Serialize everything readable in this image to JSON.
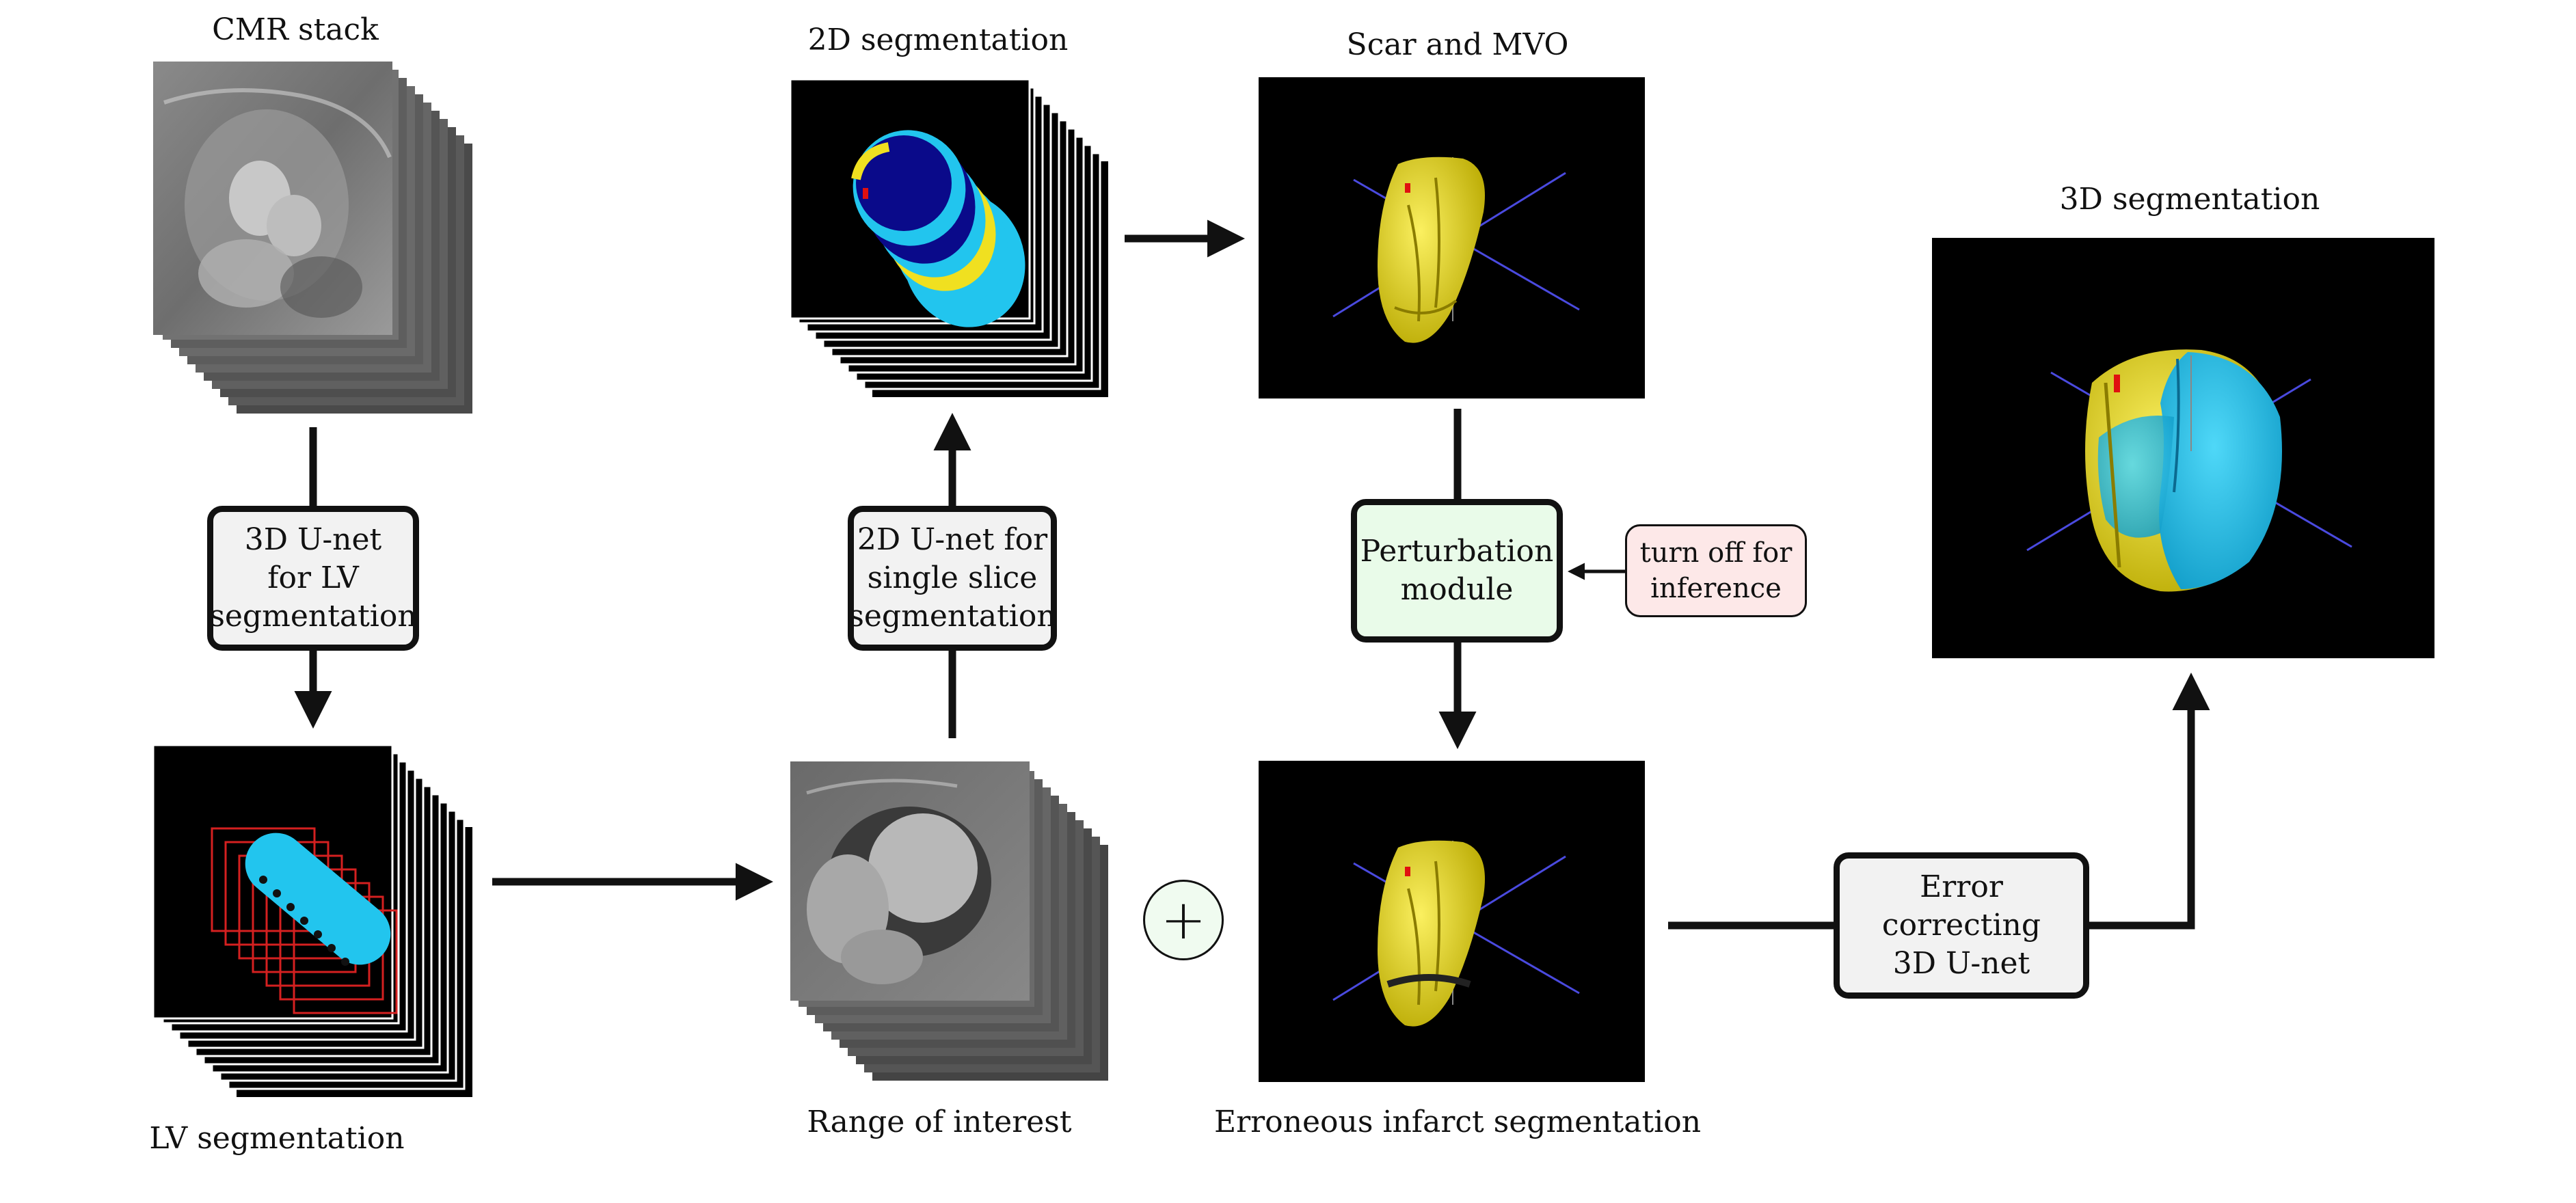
{
  "labels": {
    "cmr_stack": "CMR stack",
    "seg_2d": "2D segmentation",
    "scar_mvo": "Scar and MVO",
    "seg_3d": "3D segmentation",
    "lv_seg": "LV segmentation",
    "range_of_interest": "Range of interest",
    "erroneous": "Erroneous infarct segmentation"
  },
  "boxes": {
    "unet3d_lv": "3D U-net\nfor LV\nsegmentation",
    "unet2d_slice": "2D U-net for\nsingle slice\nsegmentation",
    "perturbation": "Perturbation\nmodule",
    "turn_off": "turn off for\ninference",
    "error_correcting": "Error correcting\n3D U-net"
  },
  "plus_symbol": "+",
  "colors": {
    "dark_blue": "#0a0a8a",
    "cyan": "#22c5ee",
    "yellow": "#f0e020",
    "red": "#e01010",
    "bbox_red": "#d42020",
    "axis_blue": "#4a4adf",
    "panel_black": "#000000"
  }
}
